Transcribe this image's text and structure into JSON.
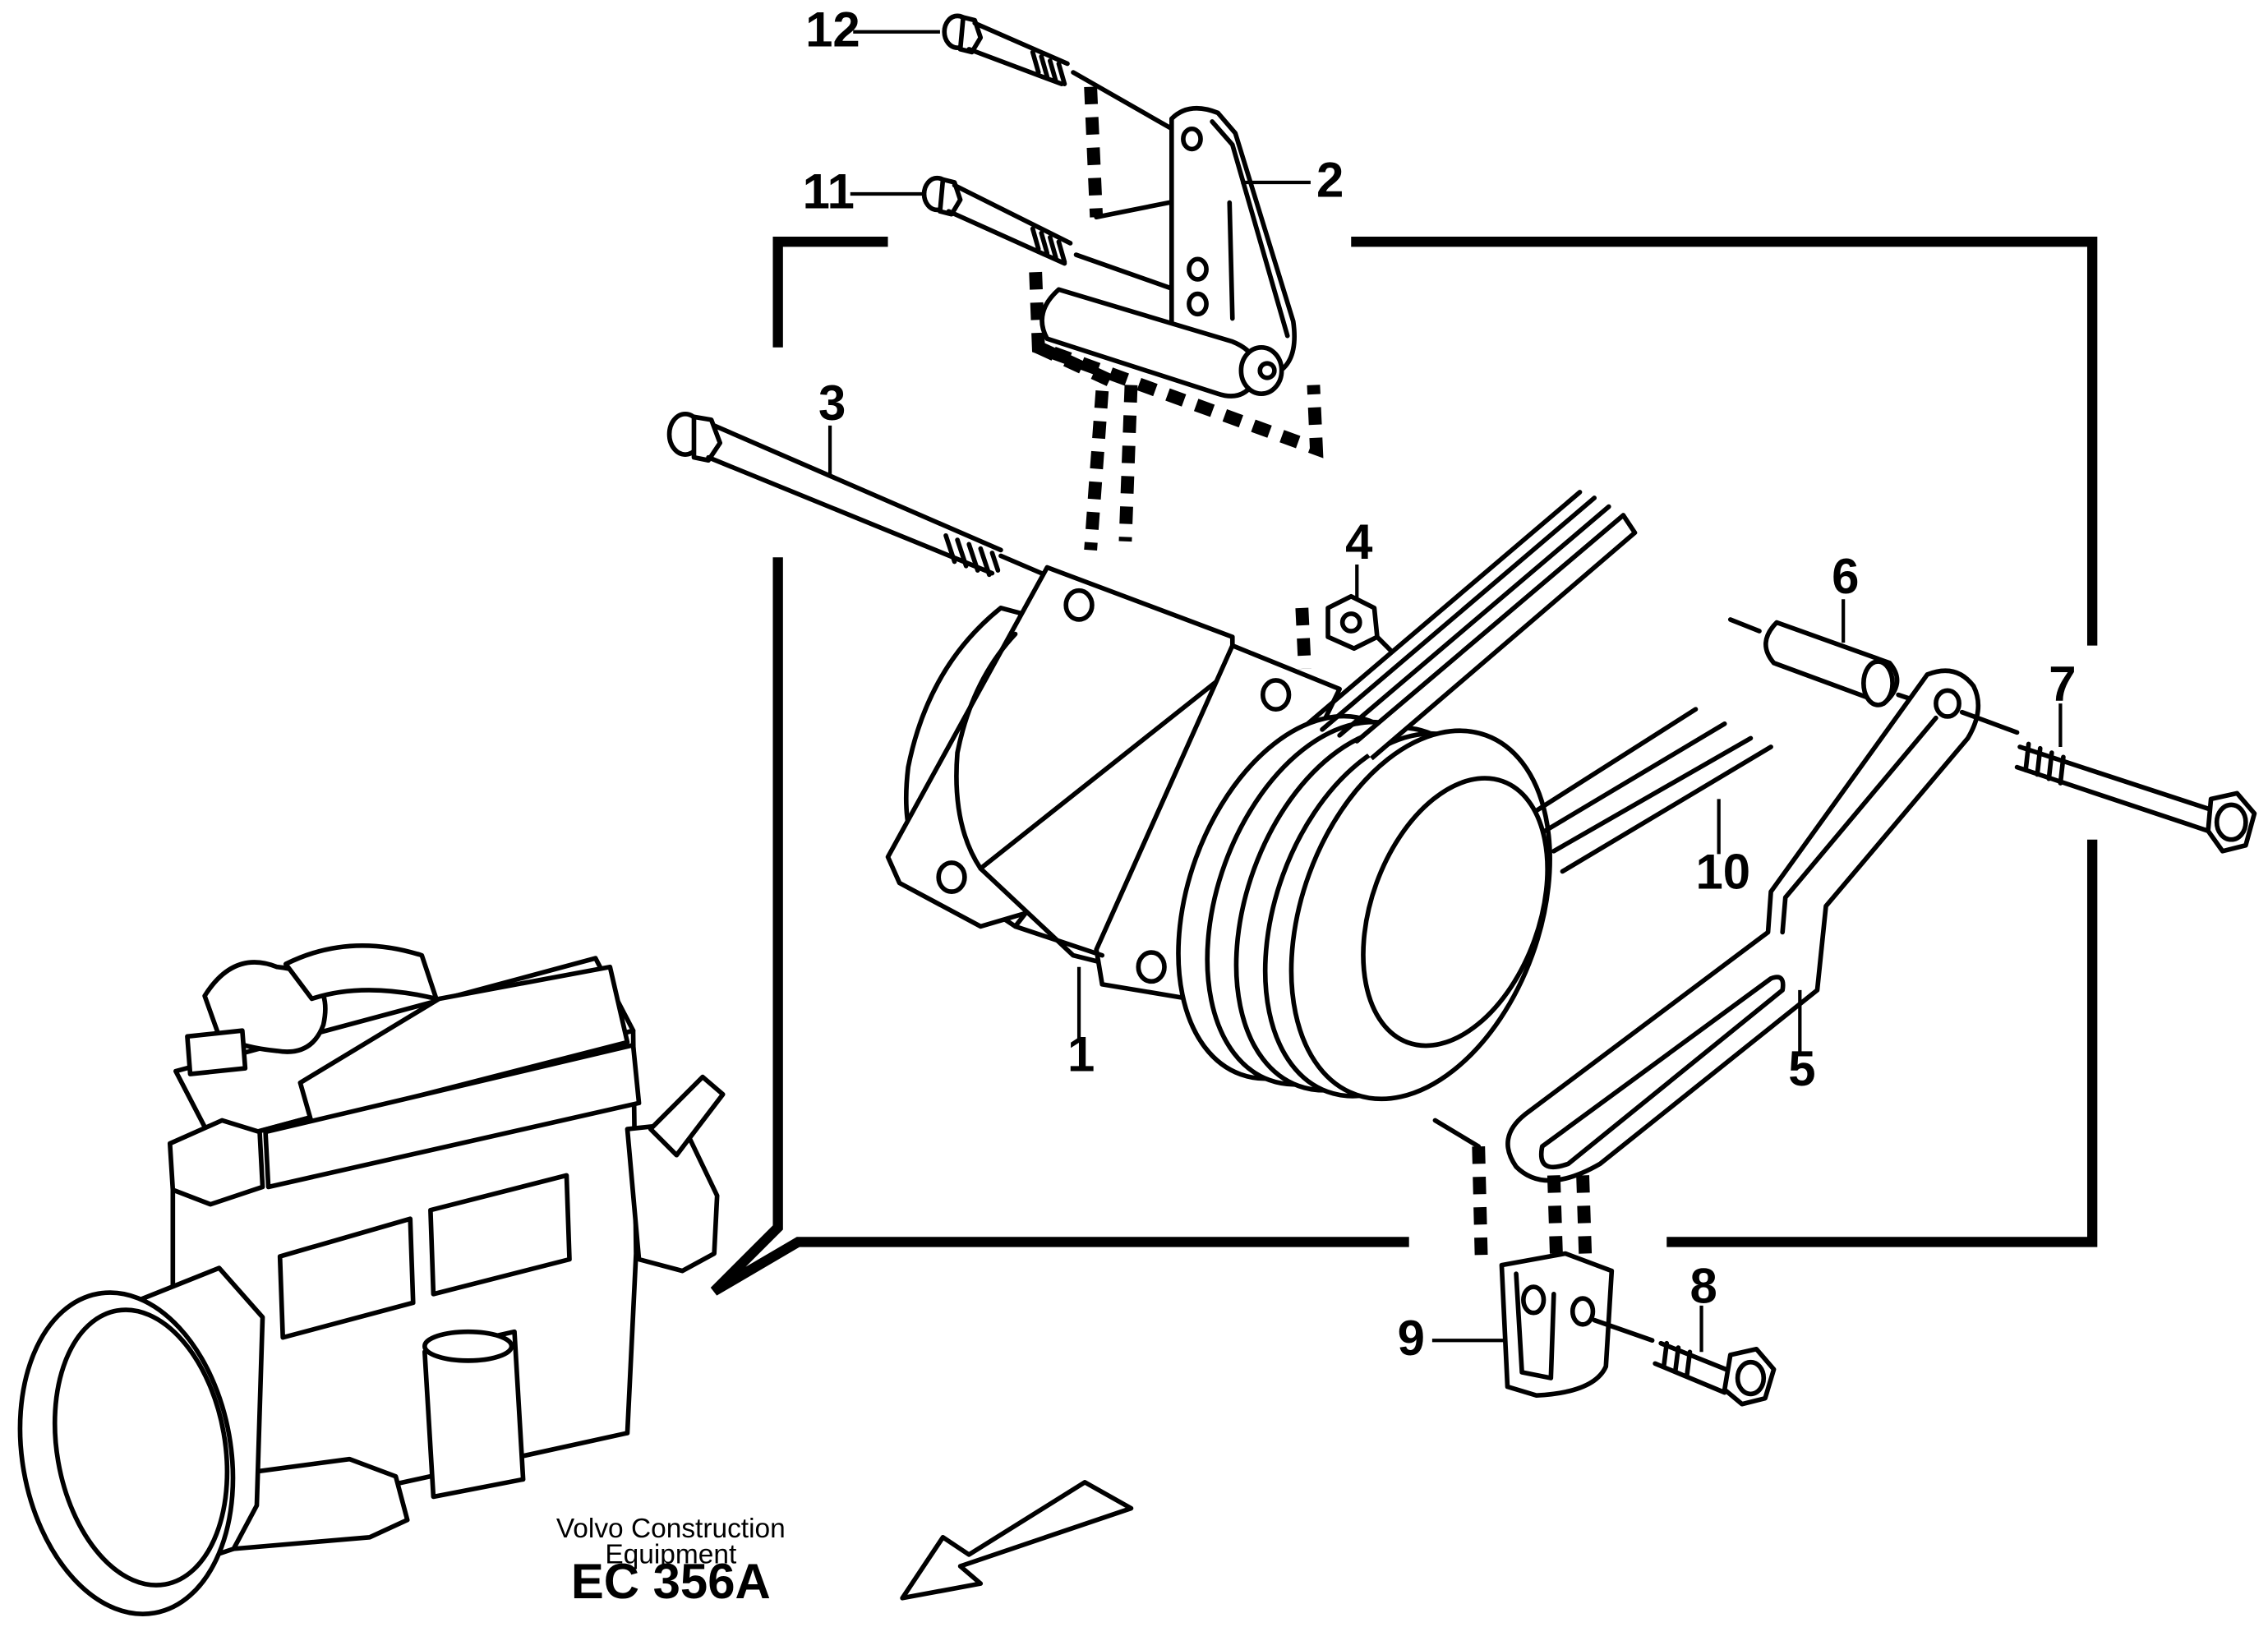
{
  "callouts": {
    "c1": "1",
    "c2": "2",
    "c3": "3",
    "c4": "4",
    "c5": "5",
    "c6": "6",
    "c7": "7",
    "c8": "8",
    "c9": "9",
    "c10": "10",
    "c11": "11",
    "c12": "12"
  },
  "caption": {
    "line1": "Volvo Construction",
    "line2": "Equipment",
    "code": "EC 356A"
  },
  "icons": [
    "engine-illustration",
    "forward-direction-arrow"
  ]
}
